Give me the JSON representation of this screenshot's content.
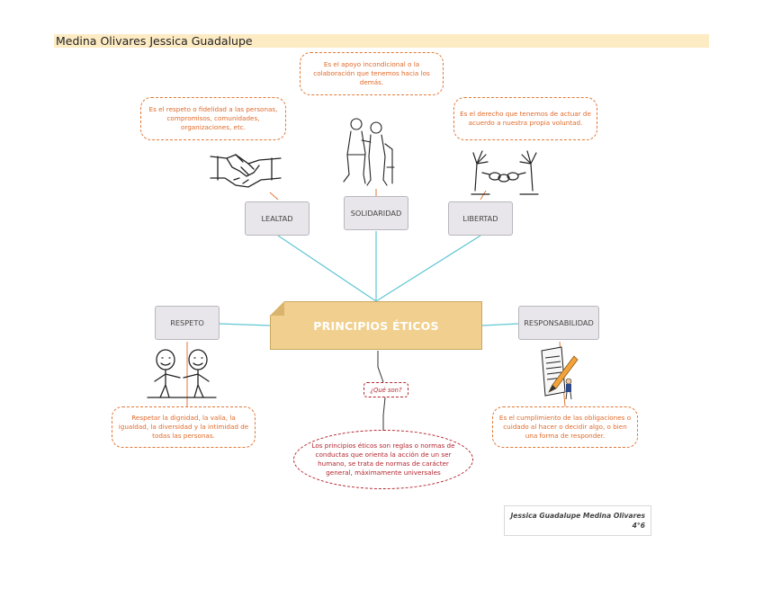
{
  "header": {
    "author": "Medina Olivares Jessica Guadalupe"
  },
  "central": {
    "title": "PRINCIPIOS ÉTICOS"
  },
  "nodes": {
    "lealtad": "LEALTAD",
    "solidaridad": "SOLIDARIDAD",
    "libertad": "LIBERTAD",
    "respeto": "RESPETO",
    "responsabilidad": "RESPONSABILIDAD"
  },
  "definitions": {
    "lealtad": "Es el respeto o fidelidad a las personas, compromisos, comunidades, organizaciones, etc.",
    "solidaridad": "Es el apoyo incondicional o la colaboración que tenemos hacia los demás.",
    "libertad": "Es el derecho que tenemos de actuar de acuerdo a nuestra propia voluntad.",
    "respeto": "Respetar la dignidad, la valía, la igualdad, la diversidad y la intimidad de todas las personas.",
    "responsabilidad": "Es el cumplimiento de las obligaciones o cuidado al hacer o decidir algo, o bien una forma de responder."
  },
  "question": {
    "label": "¿Qué son?"
  },
  "principles_definition": "Los principios éticos son reglas o normas de conductas que orienta la acción de un ser humano, se trata de normas de carácter general, máximamente universales",
  "signature": {
    "name": "Jessica Guadalupe Medina Olivares",
    "group": "4°6"
  },
  "colors": {
    "central_fill": "#f1d08f",
    "accent_orange": "#e07a38",
    "accent_red": "#b3262f",
    "connector": "#62c6d4",
    "node_fill": "#e8e6ea"
  },
  "icons": [
    "handshake-illustration",
    "elderly-couple-illustration",
    "broken-chains-illustration",
    "greeting-people-illustration",
    "pencil-person-illustration"
  ]
}
